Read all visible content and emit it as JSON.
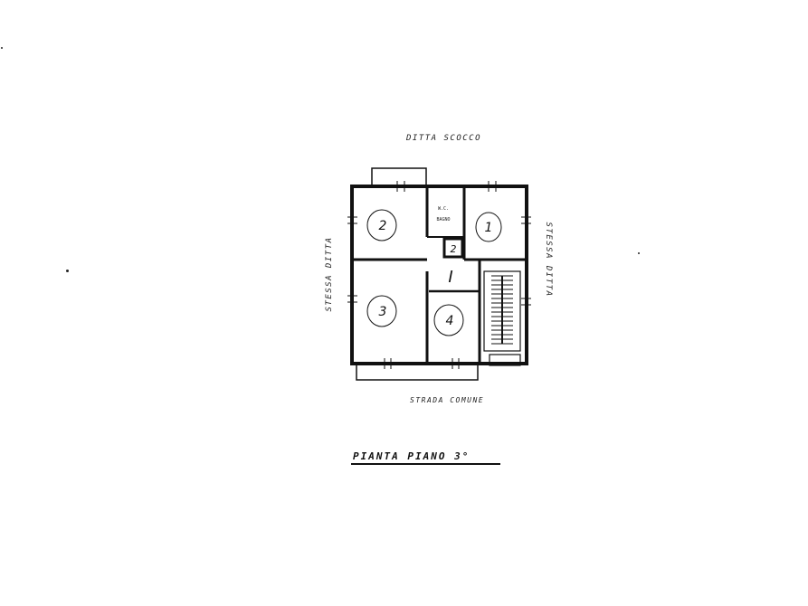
{
  "labels": {
    "top": "DITTA SCOCCO",
    "bottom": "STRADA COMUNE",
    "left": "STESSA DITTA",
    "right": "STESSA DITTA"
  },
  "title": "PIANTA PIANO 3°",
  "rooms": [
    {
      "id": "1",
      "label": "1"
    },
    {
      "id": "2",
      "label": "2"
    },
    {
      "id": "3",
      "label": "3"
    },
    {
      "id": "4",
      "label": "4"
    }
  ],
  "service_room": {
    "line1": "W.C.",
    "line2": "BAGNO",
    "number": "2"
  },
  "corridor": {
    "label": "I"
  }
}
